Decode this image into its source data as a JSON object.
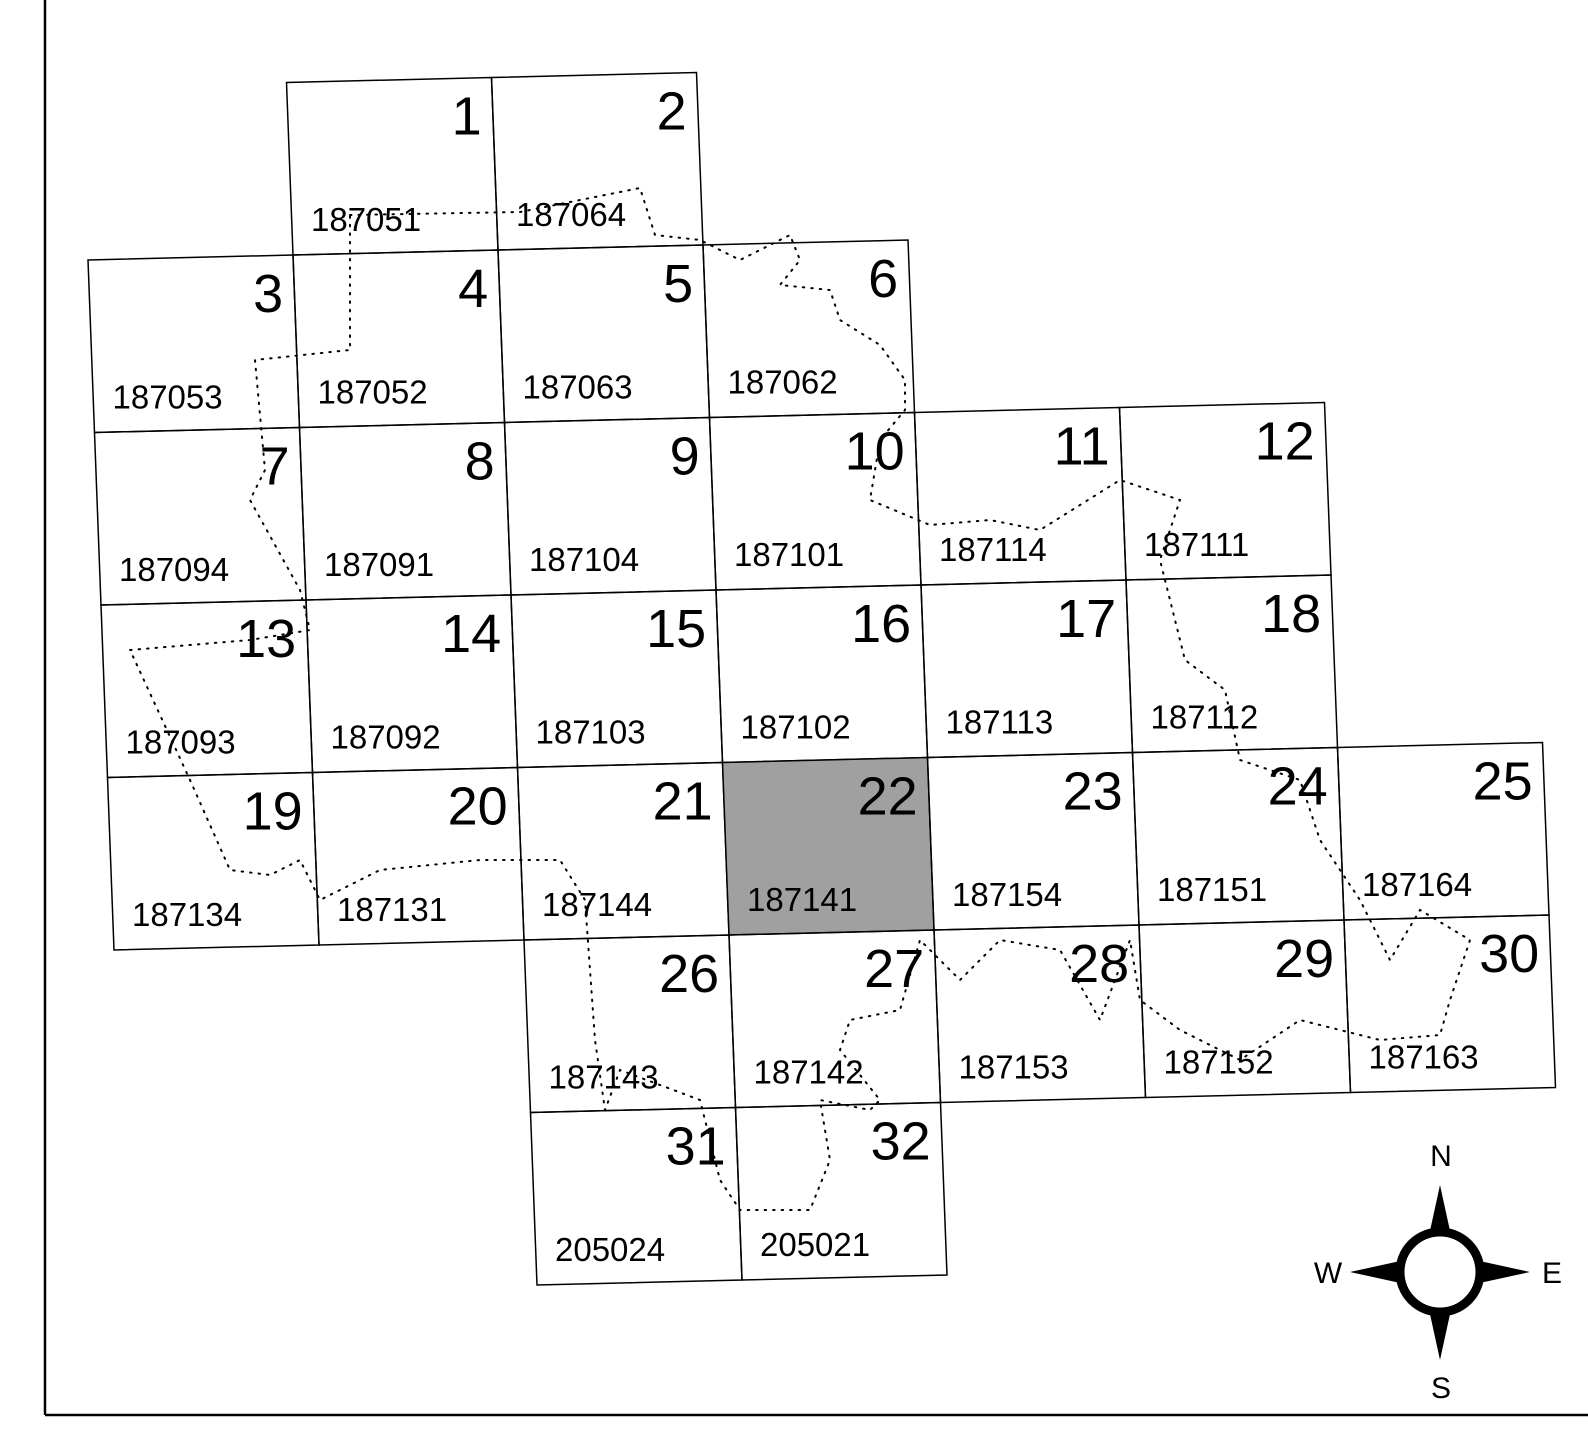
{
  "map": {
    "highlight_color": "#a0a0a0",
    "line_color": "#000000",
    "background": "#ffffff",
    "highlighted_tile": "22",
    "tiles": [
      {
        "num": "1",
        "code": "187051"
      },
      {
        "num": "2",
        "code": "187064"
      },
      {
        "num": "3",
        "code": "187053"
      },
      {
        "num": "4",
        "code": "187052"
      },
      {
        "num": "5",
        "code": "187063"
      },
      {
        "num": "6",
        "code": "187062"
      },
      {
        "num": "7",
        "code": "187094"
      },
      {
        "num": "8",
        "code": "187091"
      },
      {
        "num": "9",
        "code": "187104"
      },
      {
        "num": "10",
        "code": "187101"
      },
      {
        "num": "11",
        "code": "187114"
      },
      {
        "num": "12",
        "code": "187111"
      },
      {
        "num": "13",
        "code": "187093"
      },
      {
        "num": "14",
        "code": "187092"
      },
      {
        "num": "15",
        "code": "187103"
      },
      {
        "num": "16",
        "code": "187102"
      },
      {
        "num": "17",
        "code": "187113"
      },
      {
        "num": "18",
        "code": "187112"
      },
      {
        "num": "19",
        "code": "187134"
      },
      {
        "num": "20",
        "code": "187131"
      },
      {
        "num": "21",
        "code": "187144"
      },
      {
        "num": "22",
        "code": "187141"
      },
      {
        "num": "23",
        "code": "187154"
      },
      {
        "num": "24",
        "code": "187151"
      },
      {
        "num": "25",
        "code": "187164"
      },
      {
        "num": "26",
        "code": "187143"
      },
      {
        "num": "27",
        "code": "187142"
      },
      {
        "num": "28",
        "code": "187153"
      },
      {
        "num": "29",
        "code": "187152"
      },
      {
        "num": "30",
        "code": "187163"
      },
      {
        "num": "31",
        "code": "205024"
      },
      {
        "num": "32",
        "code": "205021"
      }
    ]
  },
  "compass": {
    "north": "N",
    "south": "S",
    "east": "E",
    "west": "W"
  }
}
